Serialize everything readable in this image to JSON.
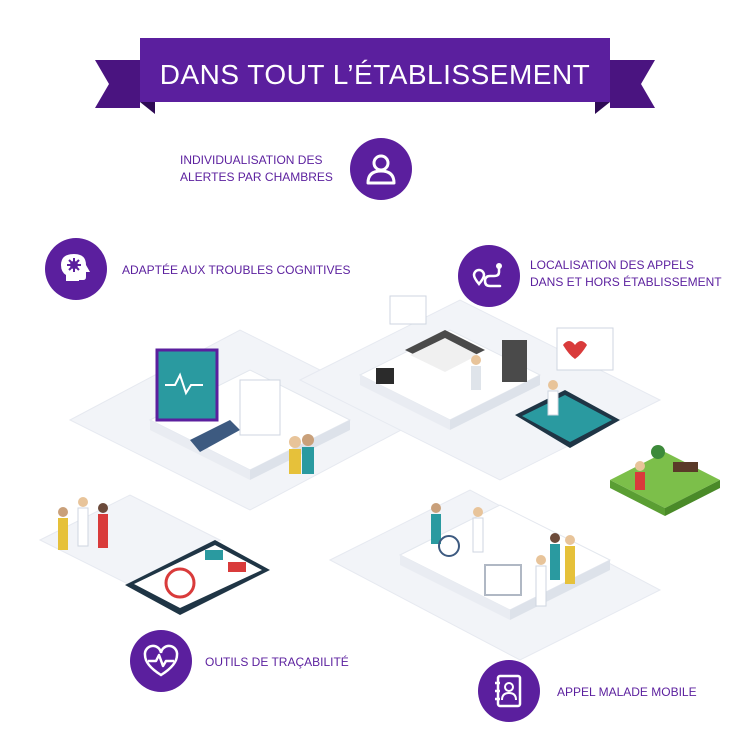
{
  "banner": {
    "title": "DANS TOUT L’ÉTABLISSEMENT"
  },
  "features": {
    "rooms": {
      "line1": "INDIVIDUALISATION DES",
      "line2": "ALERTES PAR CHAMBRES",
      "icon": "user-icon"
    },
    "cognitive": {
      "line1": "ADAPTÉE AUX TROUBLES COGNITIVES",
      "icon": "brain-head-icon"
    },
    "localisation": {
      "line1": "LOCALISATION DES APPELS",
      "line2": "DANS ET HORS ÉTABLISSEMENT",
      "icon": "route-pin-icon"
    },
    "traceability": {
      "line1": "OUTILS DE TRAÇABILITÉ",
      "icon": "heart-pulse-icon"
    },
    "mobile": {
      "line1": "APPEL MALADE MOBILE",
      "icon": "contact-book-icon"
    }
  },
  "colors": {
    "brand_purple": "#5b1f9e",
    "banner_dark": "#3a0f6e",
    "screen_teal": "#2a9aa0",
    "alert_red": "#d93b3b"
  }
}
